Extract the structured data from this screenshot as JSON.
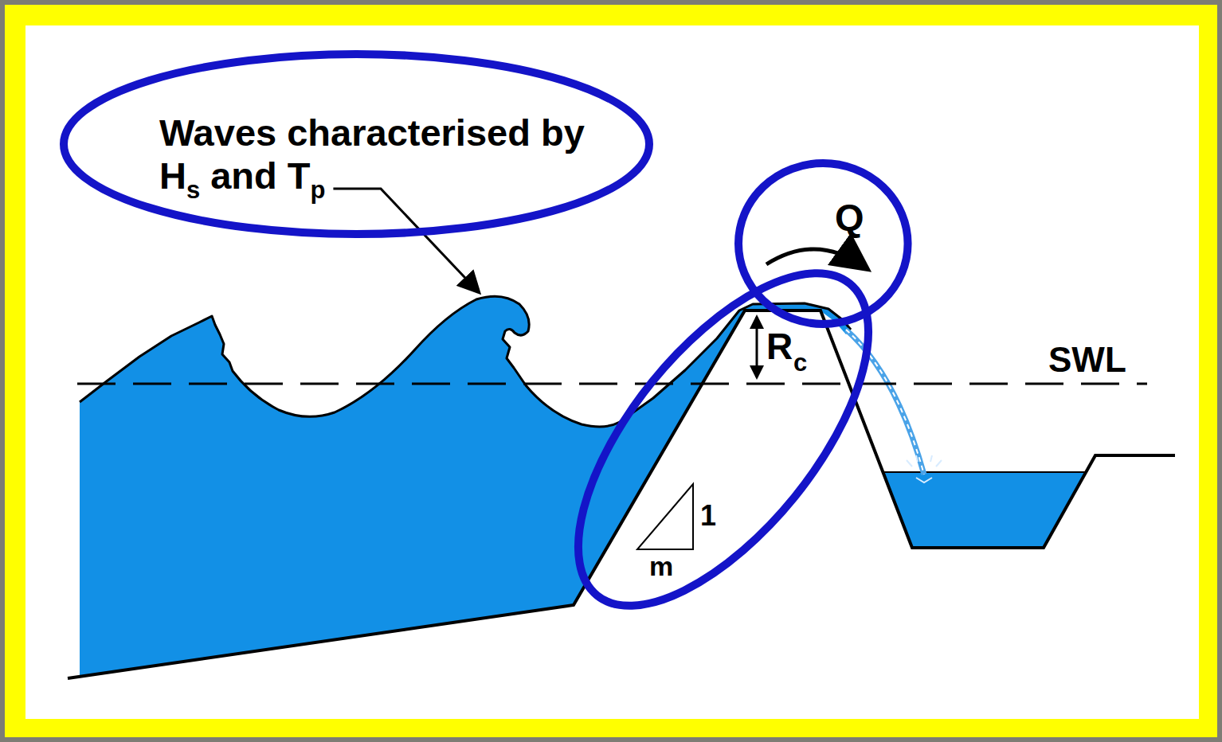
{
  "diagram": {
    "nodes": [
      {
        "text": [
          "Waves characterised by",
          "H",
          "s",
          "and",
          "T",
          "p"
        ]
      },
      {
        "text": [
          "Q"
        ]
      }
    ],
    "labels": [
      "R",
      "c",
      "SWL",
      "1",
      "m"
    ]
  }
}
